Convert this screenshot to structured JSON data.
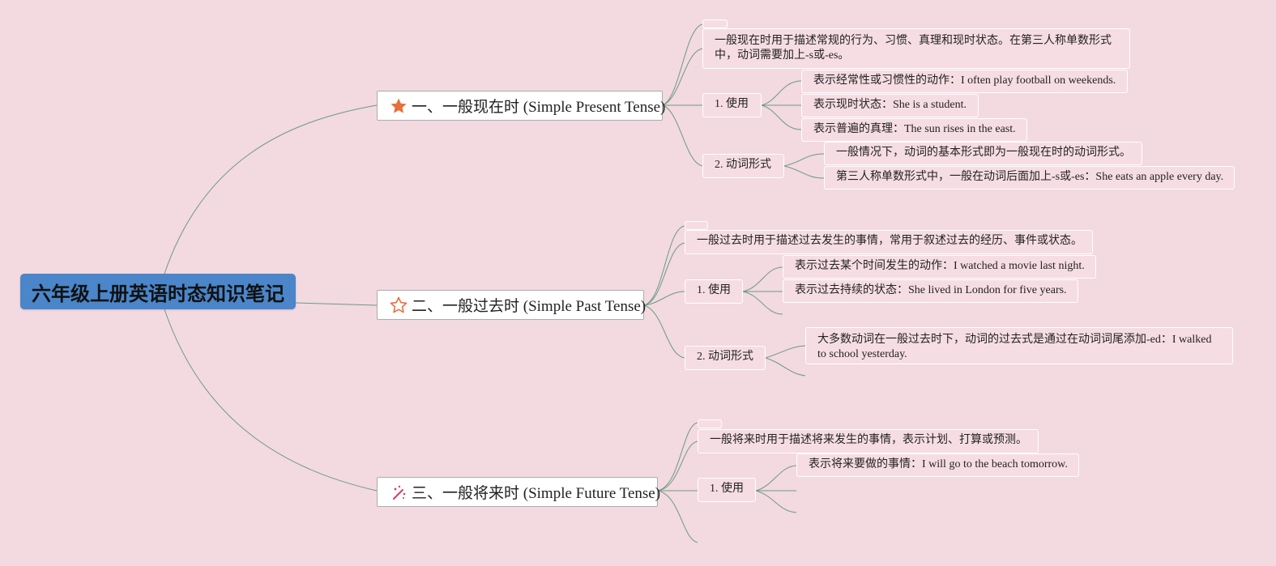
{
  "root": {
    "title": "六年级上册英语时态知识笔记"
  },
  "branches": [
    {
      "icon": "orange-star-icon",
      "title": "一、一般现在时 (Simple Present Tense)",
      "definition": "一般现在时用于描述常规的行为、习惯、真理和现时状态。在第三人称单数形式中，动词需要加上-s或-es。",
      "usage_label": "1. 使用",
      "usage_items": [
        "表示经常性或习惯性的动作：I often play football on weekends.",
        "表示现时状态：She is a student.",
        "表示普遍的真理：The sun rises in the east."
      ],
      "form_label": "2. 动词形式",
      "form_items": [
        "一般情况下，动词的基本形式即为一般现在时的动词形式。",
        "第三人称单数形式中，一般在动词后面加上-s或-es：She eats an apple every day."
      ]
    },
    {
      "icon": "outline-star-icon",
      "title": "二、一般过去时 (Simple Past Tense)",
      "definition": "一般过去时用于描述过去发生的事情，常用于叙述过去的经历、事件或状态。",
      "usage_label": "1. 使用",
      "usage_items": [
        "表示过去某个时间发生的动作：I watched a movie last night.",
        "表示过去持续的状态：She lived in London for five years."
      ],
      "form_label": "2. 动词形式",
      "form_items": [
        "大多数动词在一般过去时下，动词的过去式是通过在动词词尾添加-ed：I walked to school yesterday."
      ]
    },
    {
      "icon": "magic-wand-icon",
      "title": "三、一般将来时 (Simple Future Tense)",
      "definition": "一般将来时用于描述将来发生的事情，表示计划、打算或预测。",
      "usage_label": "1. 使用",
      "usage_items": [
        "表示将来要做的事情：I will go to the beach tomorrow."
      ]
    }
  ],
  "colors": {
    "background": "#f3d9e0",
    "root_fill": "#4a86c9",
    "link": "#6b9a86",
    "star": "#e8703a",
    "wand": "#d63a6e"
  }
}
